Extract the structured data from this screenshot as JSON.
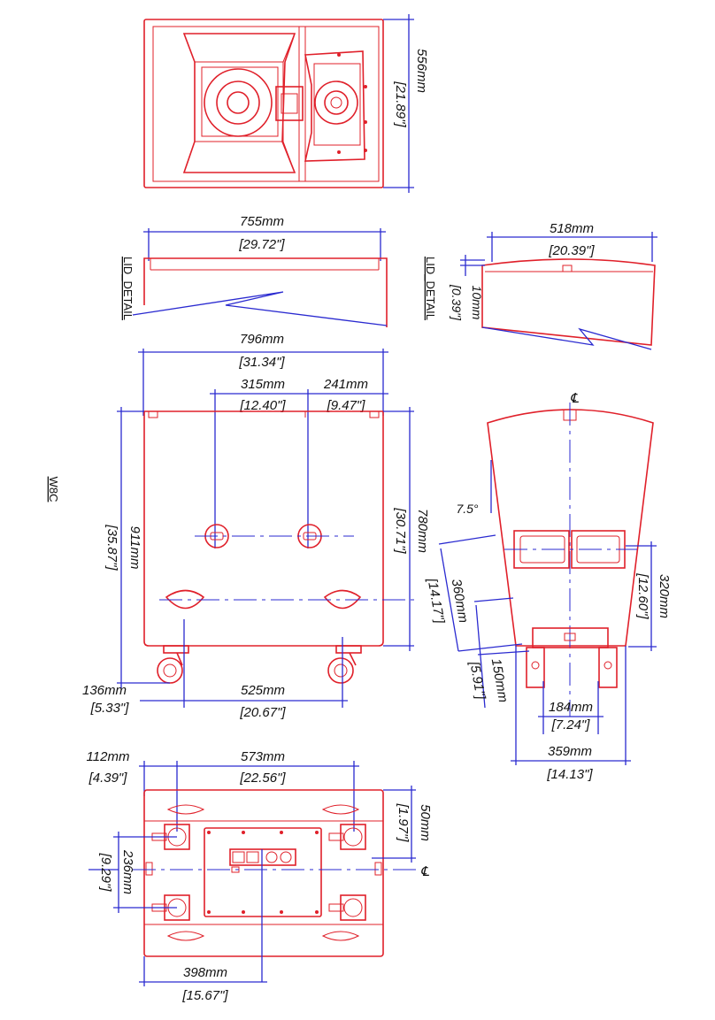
{
  "model": "W8C",
  "colors": {
    "outline": "#e0202a",
    "dimension": "#2a2ad0",
    "text": "#111111"
  },
  "views": {
    "front": {
      "height_mm": "556mm",
      "height_in": "[21.89\"]"
    },
    "lid_top": {
      "note": "LID_DETAIL",
      "width_mm": "755mm",
      "width_in": "[29.72\"]"
    },
    "lid_side": {
      "note": "LID_DETAIL",
      "width_mm": "518mm",
      "width_in": "[20.39\"]",
      "thick_mm": "10mm",
      "thick_in": "[0.39\"]"
    },
    "top": {
      "width_mm": "796mm",
      "width_in": "[31.34\"]",
      "handle_a_mm": "315mm",
      "handle_a_in": "[12.40\"]",
      "handle_b_mm": "241mm",
      "handle_b_in": "[9.47\"]",
      "depth_mm": "911mm",
      "depth_in": "[35.87\"]",
      "body_mm": "780mm",
      "body_in": "[30.71\"]",
      "wheel_offset_mm": "136mm",
      "wheel_offset_in": "[5.33\"]",
      "wheel_span_mm": "525mm",
      "wheel_span_in": "[20.67\"]"
    },
    "side": {
      "centerline": "℄",
      "angle": "7.5°",
      "panel_mm": "360mm",
      "panel_in": "[14.17\"]",
      "base_mm": "150mm",
      "base_in": "[5.91\"]",
      "handle_h_mm": "320mm",
      "handle_h_in": "[12.60\"]",
      "wheel_inner_mm": "184mm",
      "wheel_inner_in": "[7.24\"]",
      "wheel_outer_mm": "359mm",
      "wheel_outer_in": "[14.13\"]"
    },
    "bottom": {
      "wheel_x_mm": "112mm",
      "wheel_x_in": "[4.39\"]",
      "wheel_span_mm": "573mm",
      "wheel_span_in": "[22.56\"]",
      "edge_mm": "50mm",
      "edge_in": "[1.97\"]",
      "wheel_y_mm": "236mm",
      "wheel_y_in": "[9.29\"]",
      "centerline": "℄",
      "panel_x_mm": "398mm",
      "panel_x_in": "[15.67\"]"
    }
  }
}
